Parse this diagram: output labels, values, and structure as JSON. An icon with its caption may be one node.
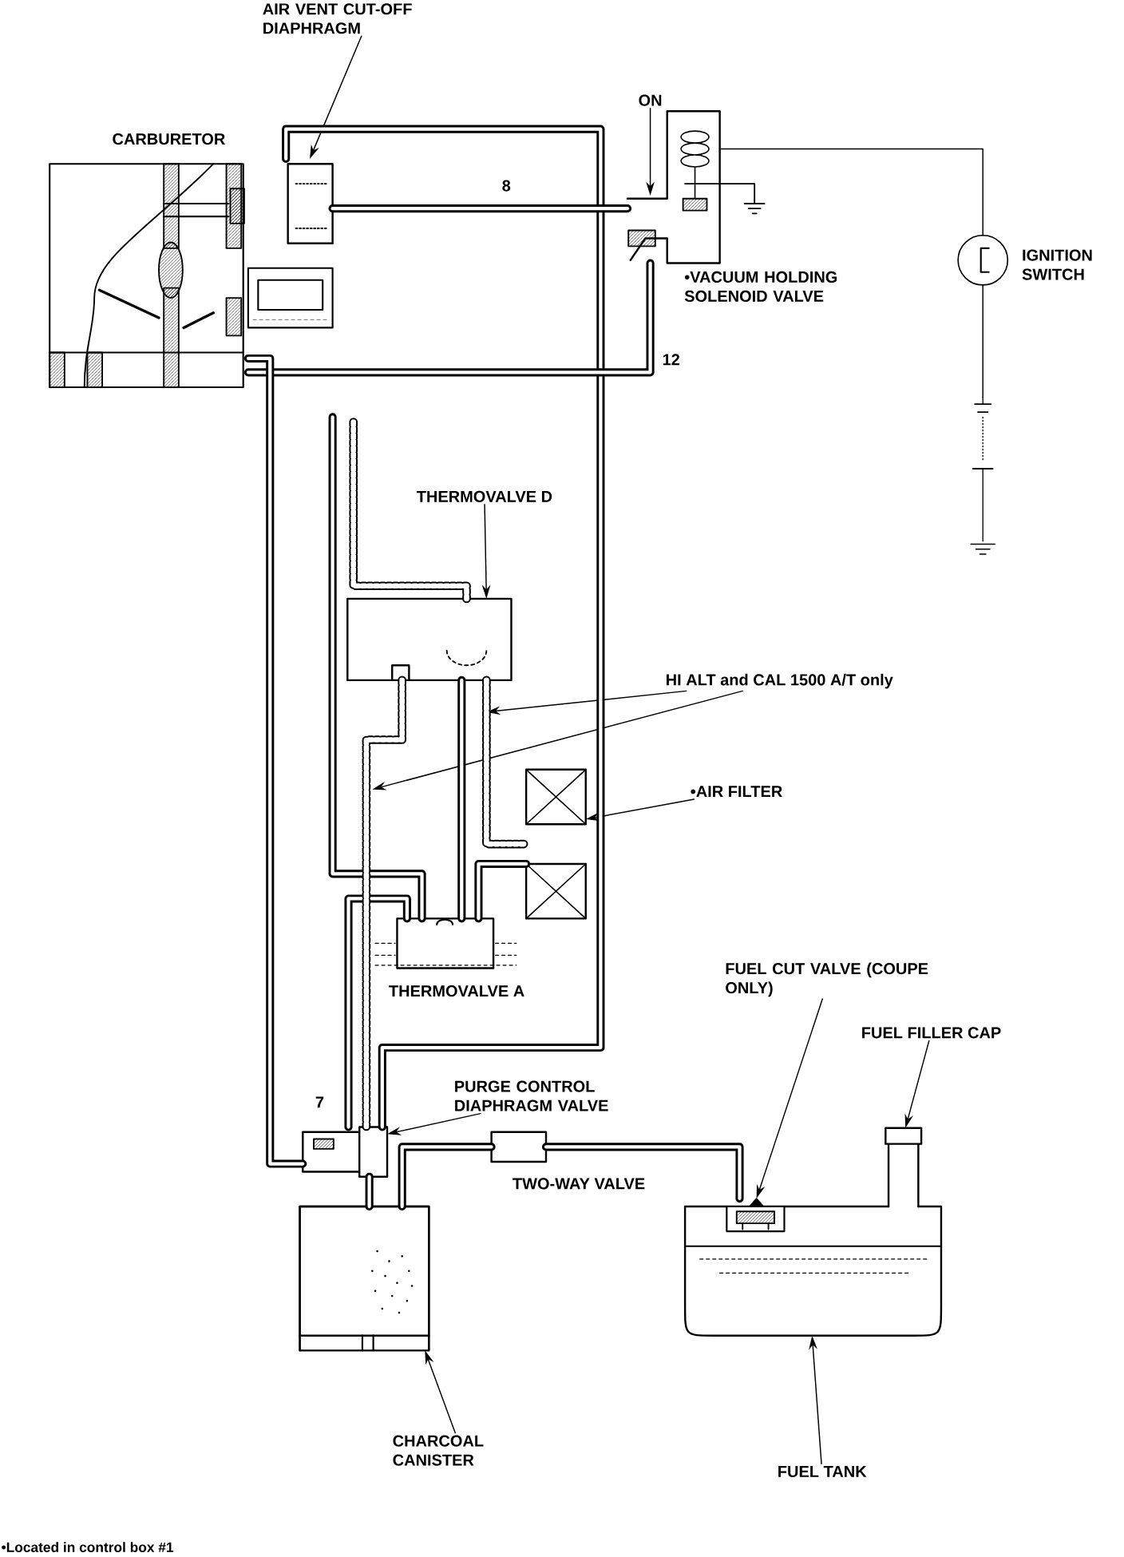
{
  "diagram": {
    "nodes": [
      {
        "text": [
          "AIR VENT CUT-OFF DIAPHRAGM"
        ]
      },
      {
        "text": [
          "ON"
        ]
      },
      {
        "text": [
          "THERMOVALVE D"
        ]
      },
      {
        "text": [
          "HI ALT and CAL 1500 A/T only"
        ]
      },
      {
        "text": [
          "•AIR FILTER"
        ]
      },
      {
        "text": [
          "PURGE CONTROL DIAPHRAGM VALVE"
        ]
      },
      {
        "text": [
          "FUEL CUT VALVE (COUPE ONLY)"
        ]
      },
      {
        "text": [
          "FUEL FILLER CAP"
        ]
      },
      {
        "text": [
          "CHARCOAL CANISTER"
        ]
      },
      {
        "text": [
          "FUEL TANK"
        ]
      },
      {
        "text": [],
        "shape": "picture",
        "beside": [
          "CARBURETOR"
        ]
      },
      {
        "text": [],
        "shape": "picture"
      },
      {
        "text": [],
        "shape": "picture",
        "beside": [
          "•VACUUM HOLDING SOLENOID VALVE"
        ]
      },
      {
        "text": [],
        "shape": "circle",
        "beside": [
          "IGNITION SWITCH"
        ]
      },
      {
        "text": [],
        "shape": "picture"
      },
      {
        "text": [],
        "shape": "box"
      },
      {
        "text": [],
        "shape": "picture"
      },
      {
        "text": [],
        "shape": "box",
        "beside": [
          "THERMOVALVE A"
        ]
      },
      {
        "text": [],
        "shape": "picture"
      },
      {
        "text": [],
        "shape": "box",
        "beside": [
          "TWO-WAY VALVE"
        ]
      },
      {
        "text": [],
        "shape": "box"
      },
      {
        "text": [],
        "shape": "picture"
      },
      {
        "text": [],
        "shape": "picture",
        "in": 21
      },
      {
        "text": [],
        "shape": "box"
      }
    ],
    "edges": [
      {
        "from": 0,
        "to": 11,
        "arrow": "to"
      },
      {
        "from": 1,
        "to": 12,
        "arrow": "to"
      },
      {
        "from": 2,
        "to": 15,
        "arrow": "to"
      },
      {
        "from": 3,
        "to": null,
        "arrow": "to"
      },
      {
        "from": 3,
        "to": null,
        "arrow": "to"
      },
      {
        "from": 4,
        "to": 16,
        "arrow": "to"
      },
      {
        "from": 5,
        "to": 18,
        "arrow": "to"
      },
      {
        "from": 6,
        "to": 22,
        "arrow": "to"
      },
      {
        "from": 7,
        "to": 23,
        "arrow": "to"
      },
      {
        "from": 8,
        "to": 20,
        "arrow": "to"
      },
      {
        "from": 9,
        "to": 21,
        "arrow": "to"
      },
      {
        "from": 11,
        "to": 18,
        "arrow": "none"
      },
      {
        "from": 11,
        "to": 12,
        "arrow": "none"
      },
      {
        "from": 12,
        "to": 10,
        "arrow": "none"
      },
      {
        "from": 10,
        "to": 18,
        "arrow": "none"
      },
      {
        "from": null,
        "to": 17,
        "arrow": "none"
      },
      {
        "from": 17,
        "to": 18,
        "arrow": "none"
      },
      {
        "from": 17,
        "to": 15,
        "arrow": "none"
      },
      {
        "from": 17,
        "to": 16,
        "arrow": "none"
      },
      {
        "from": 15,
        "to": 16,
        "arrow": "none",
        "style": "dashed"
      },
      {
        "from": null,
        "to": 15,
        "arrow": "none",
        "style": "dashed"
      },
      {
        "from": 15,
        "to": 18,
        "arrow": "none",
        "style": "dashed"
      },
      {
        "from": 20,
        "to": 19,
        "arrow": "none"
      },
      {
        "from": 19,
        "to": 22,
        "arrow": "none"
      },
      {
        "from": 18,
        "to": 20,
        "arrow": "none"
      },
      {
        "from": 12,
        "to": 13,
        "arrow": "none"
      },
      {
        "from": 13,
        "to": 14,
        "arrow": "none"
      }
    ],
    "labels": [
      "8",
      "12",
      "7",
      "•Located in control box  #1"
    ]
  }
}
